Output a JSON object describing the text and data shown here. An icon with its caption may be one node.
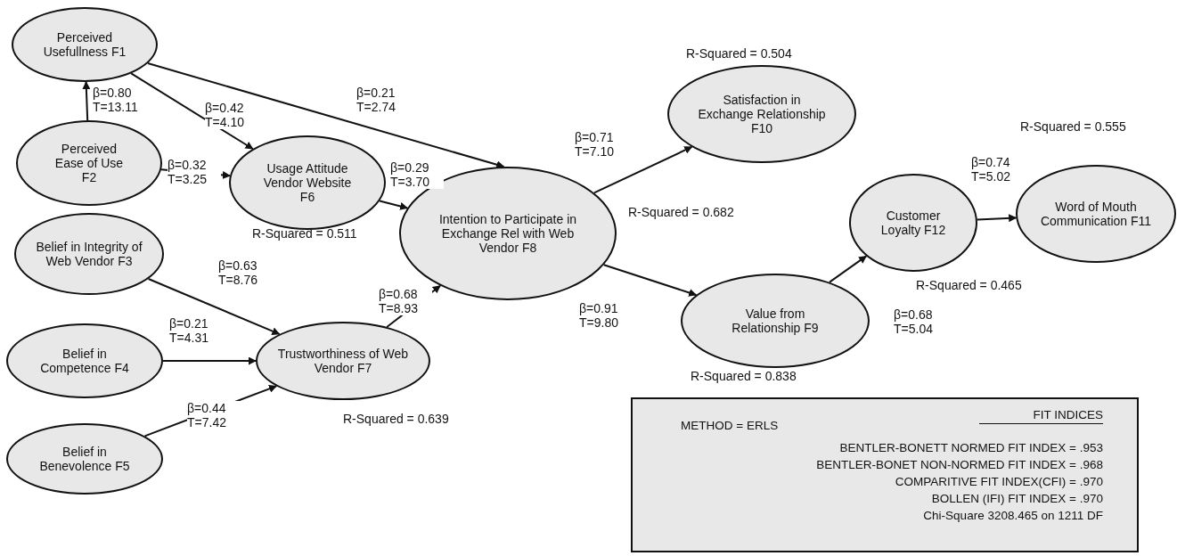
{
  "diagram": {
    "nodes": [
      {
        "text": [
          "Perceived Usefullness F1"
        ]
      },
      {
        "text": [
          "Perceived Ease of Use F2"
        ]
      },
      {
        "text": [
          "Usage Attitude Vendor Website F6"
        ],
        "beside": [
          "R-Squared = 0.511"
        ]
      },
      {
        "text": [
          "Belief in Integrity of Web Vendor F3"
        ]
      },
      {
        "text": [
          "Intention to Participate in Exchange Rel with Web Vendor F8"
        ],
        "beside": [
          "R-Squared = 0.682"
        ]
      },
      {
        "text": [
          "Satisfaction in Exchange Relationship F10"
        ],
        "beside": [
          "R-Squared = 0.504"
        ]
      },
      {
        "text": [
          "Belief in Competence F4"
        ]
      },
      {
        "text": [
          "Trustworthiness of Web Vendor F7"
        ],
        "beside": [
          "R-Squared = 0.639"
        ]
      },
      {
        "text": [
          "Belief in Benevolence F5"
        ]
      },
      {
        "text": [
          "Value from Relationship F9"
        ],
        "beside": [
          "R-Squared = 0.838"
        ]
      },
      {
        "text": [
          "Customer Loyalty F12"
        ],
        "beside": [
          "R-Squared = 0.465"
        ]
      },
      {
        "text": [
          "Word of Mouth Communication F11"
        ],
        "beside": [
          "R-Squared = 0.555"
        ]
      },
      {
        "text": [
          "METHOD = ERLS",
          "FIT INDICES",
          "BENTLER-BONETT NORMED FIT INDEX = .953",
          "BENTLER-BONET NON-NORMED FIT INDEX = .968",
          "COMPARITIVE FIT INDEX(CFI) = .970",
          "BOLLEN (IFI) FIT INDEX = .970",
          "Chi-Square 3208.465 on 1211 DF"
        ]
      }
    ],
    "edges": [
      {
        "from": 1,
        "to": 0,
        "arrow": "to",
        "label": "β=0.80 T=13.11"
      },
      {
        "from": 0,
        "to": 2,
        "arrow": "to",
        "label": "β=0.42 T=4.10"
      },
      {
        "from": 0,
        "to": 4,
        "arrow": "to",
        "label": "β=0.21 T=2.74"
      },
      {
        "from": 1,
        "to": 2,
        "arrow": "to",
        "label": "β=0.32 T=3.25"
      },
      {
        "from": 2,
        "to": 4,
        "arrow": "to",
        "label": "β=0.29 T=3.70"
      },
      {
        "from": 3,
        "to": 7,
        "arrow": "to",
        "label": "β=0.63 T=8.76"
      },
      {
        "from": 6,
        "to": 7,
        "arrow": "to",
        "label": "β=0.21 T=4.31"
      },
      {
        "from": 8,
        "to": 7,
        "arrow": "to",
        "label": "β=0.44 T=7.42"
      },
      {
        "from": 7,
        "to": 4,
        "arrow": "to",
        "label": "β=0.68 T=8.93"
      },
      {
        "from": 4,
        "to": 5,
        "arrow": "to",
        "label": "β=0.71 T=7.10"
      },
      {
        "from": 4,
        "to": 9,
        "arrow": "to",
        "label": "β=0.91 T=9.80"
      },
      {
        "from": 9,
        "to": 10,
        "arrow": "to",
        "label": "β=0.68 T=5.04"
      },
      {
        "from": 10,
        "to": 11,
        "arrow": "to",
        "label": "β=0.74 T=5.02"
      }
    ]
  }
}
